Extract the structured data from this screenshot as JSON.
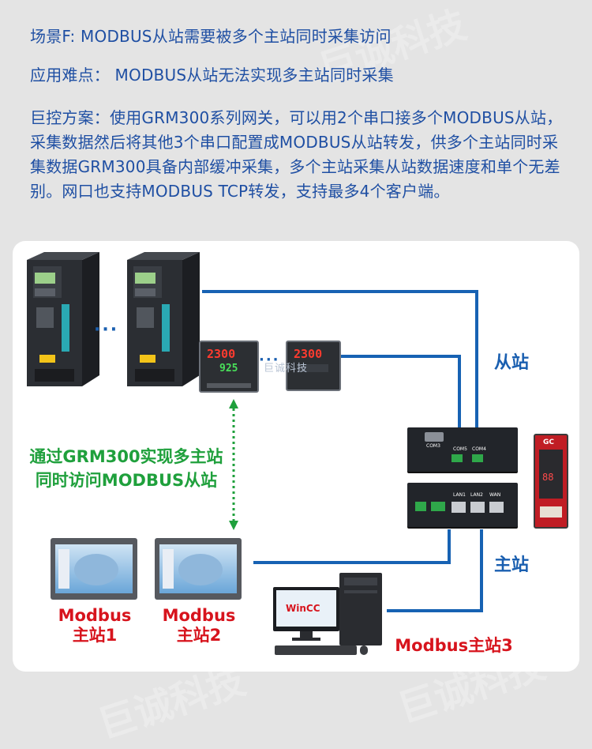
{
  "header": {
    "scenario": "场景F: MODBUS从站需要被多个主站同时采集访问",
    "difficulty": "应用难点：  MODBUS从站无法实现多主站同时采集",
    "solution": "巨控方案：使用GRM300系列网关，可以用2个串口接多个MODBUS从站，采集数据然后将其他3个串口配置成MODBUS从站转发，供多个主站同时采集数据GRM300具备内部缓冲采集，多个主站采集从站数据速度和单个无差别。网口也支持MODBUS TCP转发，支持最多4个客户端。"
  },
  "diagram": {
    "slave_label": "从站",
    "master_label": "主站",
    "green_label_line1": "通过GRM300实现多主站",
    "green_label_line2": "同时访问MODBUS从站",
    "master1_line1": "Modbus",
    "master1_line2": "主站1",
    "master2_line1": "Modbus",
    "master2_line2": "主站2",
    "master3": "Modbus主站3",
    "ellipsis1": "···",
    "ellipsis2": "···",
    "meter1_top": "2300",
    "meter1_bottom": "925",
    "meter2_top": "2300",
    "wincc_label": "WinCC",
    "gateway_top_ports": [
      "COM3",
      "COM5",
      "COM4"
    ],
    "gateway_bottom_ports": [
      "LAN1",
      "LAN2",
      "WAN"
    ],
    "module_label": "GC",
    "watermark_center": "巨诚科技",
    "watermark_bg": "巨诚科技"
  },
  "colors": {
    "accent_blue": "#1762b3",
    "green": "#1fa03c",
    "red": "#d7141d",
    "text_blue": "#1f4fa3"
  }
}
